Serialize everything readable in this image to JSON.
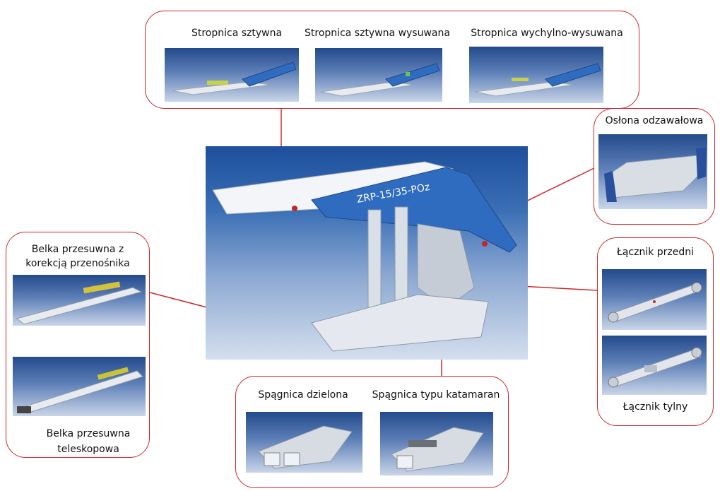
{
  "colors": {
    "frame": "#d0262b",
    "steel_blue": "#2f6bbf",
    "background_blue": "#2b5ea8"
  },
  "groups": {
    "canopy": {
      "items": [
        {
          "label": "Stropnica sztywna"
        },
        {
          "label": "Stropnica sztywna wysuwana"
        },
        {
          "label": "Stropnica wychylno-wysuwana"
        }
      ]
    },
    "shield": {
      "label": "Osłona odzawałowa"
    },
    "links": {
      "front_label": "Łącznik przedni",
      "rear_label": "Łącznik tylny"
    },
    "relay_bar": {
      "label_top": "Belka przesuwna z korekcją przenośnika",
      "label_bottom": "Belka przesuwna teleskopowa"
    },
    "base": {
      "items": [
        {
          "label": "Spągnica dzielona"
        },
        {
          "label": "Spągnica typu katamaran"
        }
      ]
    }
  },
  "main": {
    "model_label": "ZRP-15/35-POz"
  }
}
